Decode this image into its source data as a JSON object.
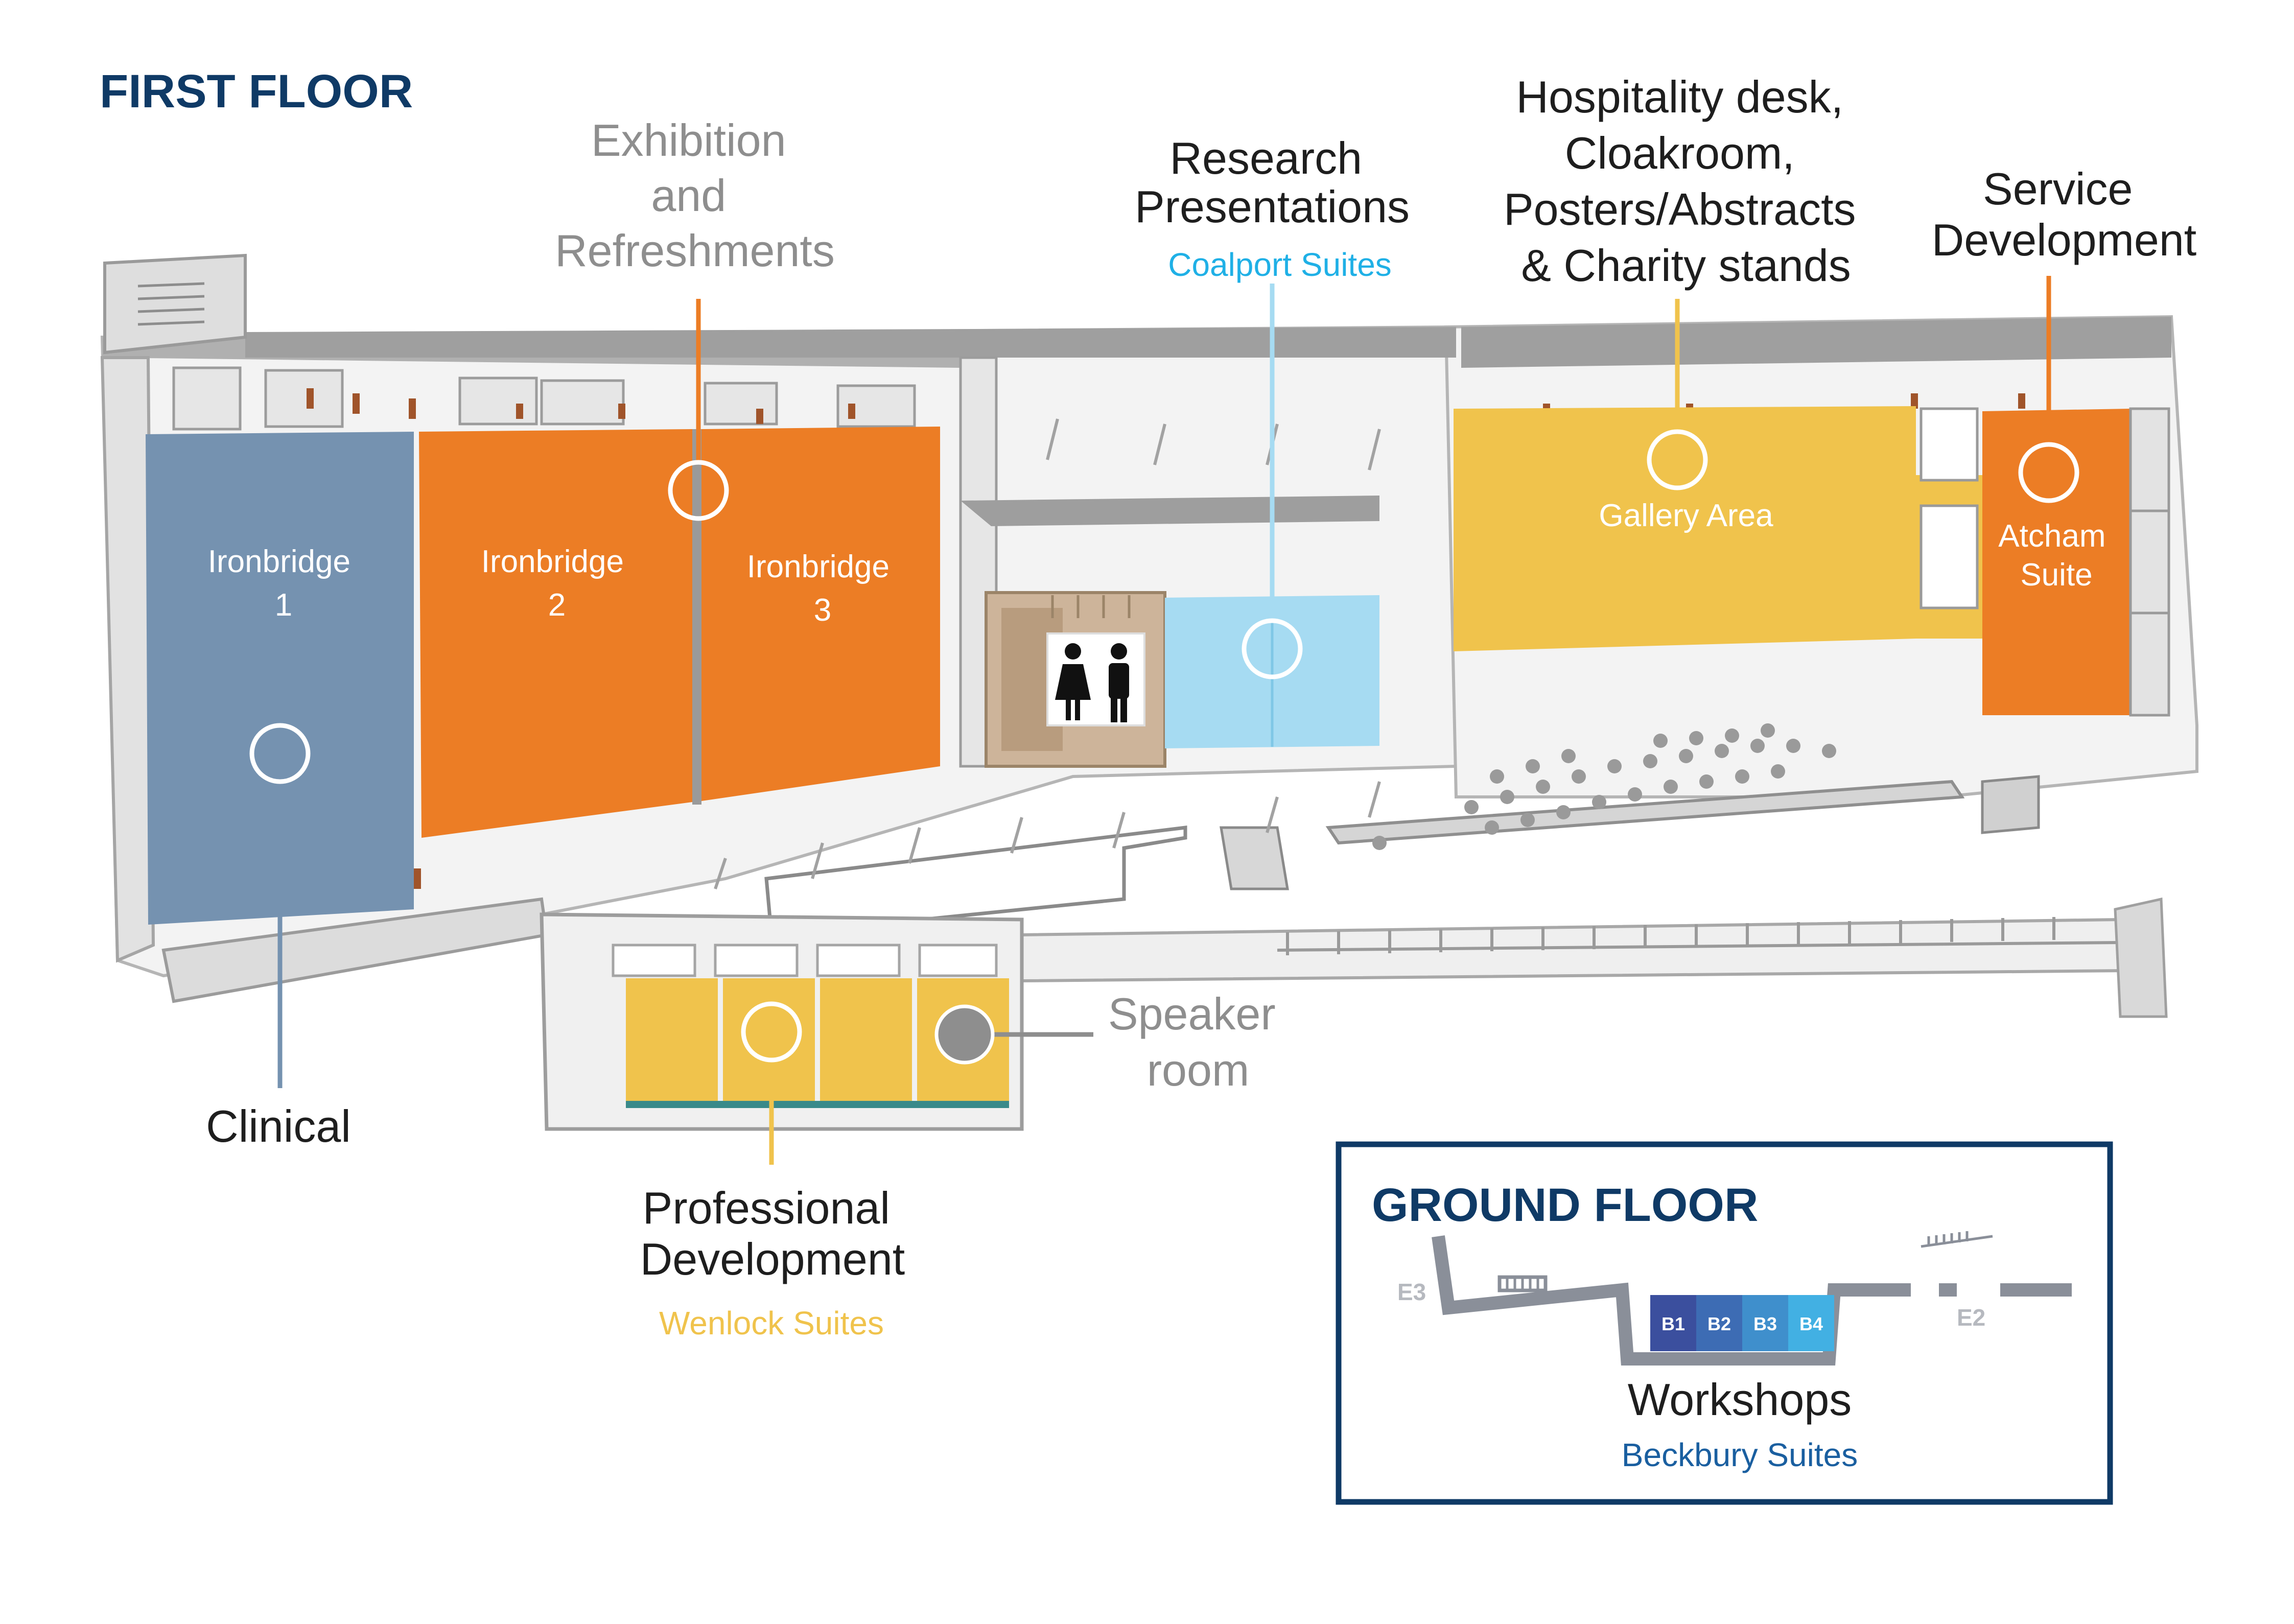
{
  "colors": {
    "title_navy": "#0f3a66",
    "blue_room": "#7592b0",
    "orange_room": "#ec7d25",
    "yellow_room": "#f0c34c",
    "light_blue_room": "#a6dbf2",
    "wall_grey": "#8c8c8c",
    "floor_light": "#f3f3f3",
    "label_grey": "#8e8e8e",
    "coalport_blue": "#1fb0e6",
    "wenlock_yellow": "#f0c34c",
    "beckbury_blue": "#1a5fa0"
  },
  "first_floor": {
    "title": "FIRST FLOOR",
    "rooms": [
      {
        "id": "ironbridge-1",
        "label": [
          "Ironbridge",
          "1"
        ]
      },
      {
        "id": "ironbridge-2",
        "label": [
          "Ironbridge",
          "2"
        ]
      },
      {
        "id": "ironbridge-3",
        "label": [
          "Ironbridge",
          "3"
        ]
      },
      {
        "id": "gallery-area",
        "label": [
          "Gallery Area"
        ]
      },
      {
        "id": "atcham-suite",
        "label": [
          "Atcham",
          "Suite"
        ]
      }
    ],
    "callouts": {
      "exhibition": [
        "Exhibition",
        "and",
        "Refreshments"
      ],
      "research": [
        "Research",
        "Presentations"
      ],
      "research_sub": "Coalport Suites",
      "hospitality": [
        "Hospitality desk,",
        "Cloakroom,",
        "Posters/Abstracts",
        "& Charity stands"
      ],
      "service": [
        "Service",
        "Development"
      ],
      "clinical": "Clinical",
      "professional": [
        "Professional",
        "Development"
      ],
      "professional_sub": "Wenlock Suites",
      "speaker": [
        "Speaker",
        "room"
      ]
    }
  },
  "ground_floor": {
    "title": "GROUND FLOOR",
    "entrances": [
      "E3",
      "E2"
    ],
    "rooms": [
      "B1",
      "B2",
      "B3",
      "B4"
    ],
    "callout": "Workshops",
    "callout_sub": "Beckbury Suites"
  }
}
